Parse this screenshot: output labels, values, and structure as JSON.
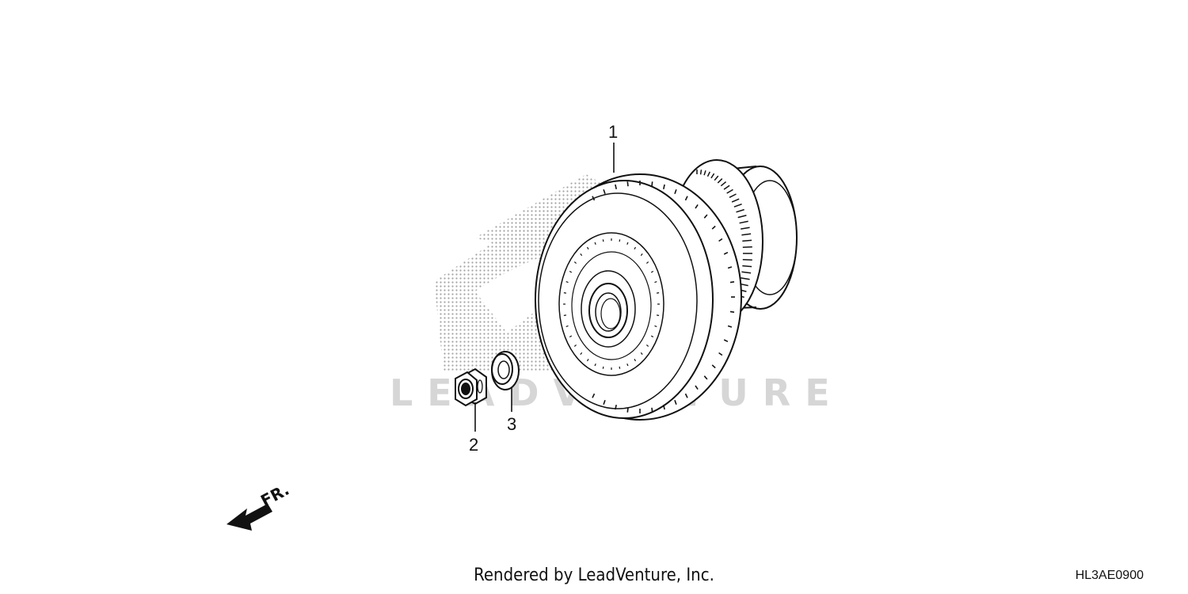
{
  "diagram": {
    "watermark": "LEADVENTURE",
    "direction_marker": "FR.",
    "callouts": [
      "1",
      "2",
      "3"
    ]
  },
  "footer": {
    "rendered_by": "Rendered by LeadVenture, Inc.",
    "diagram_code": "HL3AE0900"
  }
}
